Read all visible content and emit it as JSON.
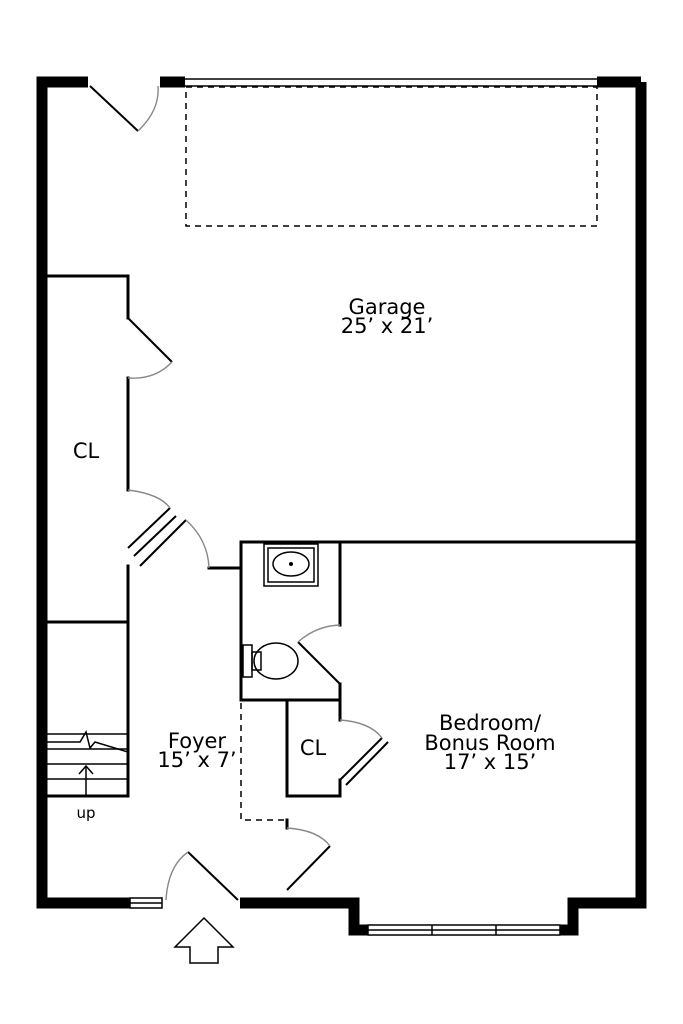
{
  "rooms": {
    "garage": {
      "name": "Garage",
      "size": "25’ x 21’"
    },
    "closet_left": {
      "name": "CL"
    },
    "foyer": {
      "name": "Foyer",
      "size": "15’ x 7’"
    },
    "closet_small": {
      "name": "CL"
    },
    "bedroom": {
      "name_line1": "Bedroom/",
      "name_line2": "Bonus Room",
      "size": "17’ x 15’"
    }
  },
  "stairs": {
    "direction_label": "up"
  }
}
